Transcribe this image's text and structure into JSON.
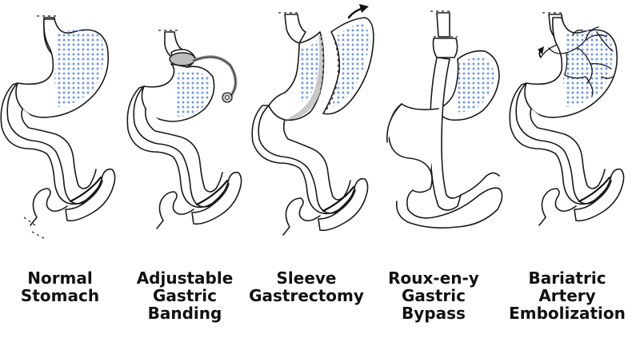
{
  "colors": {
    "dots": "#6b96e8",
    "outline": "#1a1a1a",
    "band_gray": "#9a9a9a",
    "sleeve_shadow": "#c8c8c8"
  },
  "panels": [
    {
      "id": "normal",
      "label": "Normal\nStomach"
    },
    {
      "id": "banding",
      "label": "Adjustable\nGastric\nBanding"
    },
    {
      "id": "sleeve",
      "label": "Sleeve\nGastrectomy"
    },
    {
      "id": "bypass",
      "label": "Roux-en-y\nGastric\nBypass"
    },
    {
      "id": "embolization",
      "label": "Bariatric\nArtery\nEmbolization"
    }
  ]
}
